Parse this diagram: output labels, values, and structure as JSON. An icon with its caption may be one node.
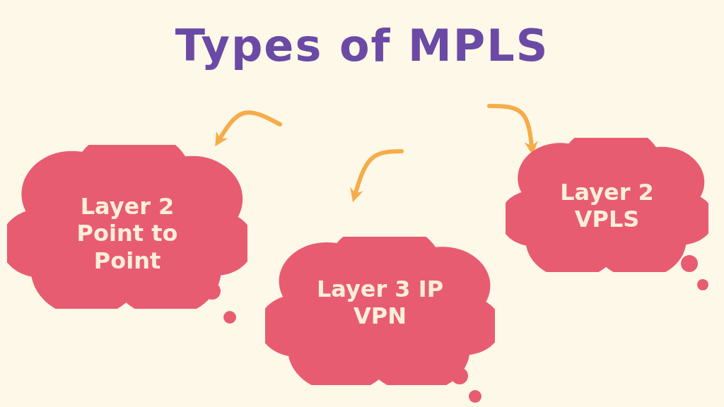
{
  "diagram": {
    "title": "Types of MPLS",
    "nodes": [
      {
        "text": [
          "Layer 2 Point to Point"
        ]
      },
      {
        "text": [
          "Layer 3 IP VPN"
        ]
      },
      {
        "text": [
          "Layer 2 VPLS"
        ]
      }
    ],
    "edges": [
      {
        "from": null,
        "to": 0,
        "arrow": "to"
      },
      {
        "from": null,
        "to": 1,
        "arrow": "to"
      },
      {
        "from": null,
        "to": 2,
        "arrow": "to"
      }
    ]
  }
}
